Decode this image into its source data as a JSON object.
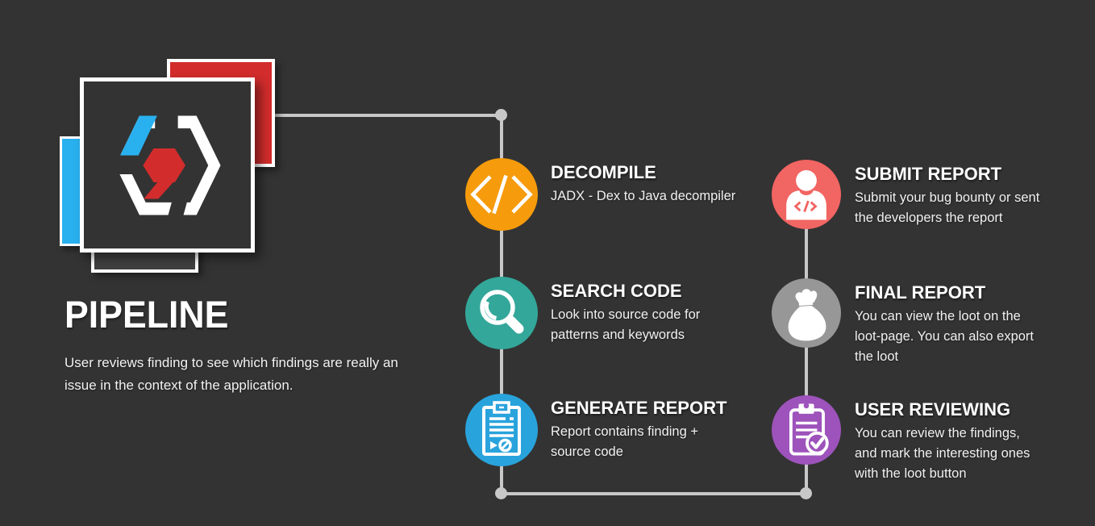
{
  "canvas": {
    "background": "#333333"
  },
  "connectors": {
    "color": "#C8C8C8"
  },
  "brand": {
    "logo": {
      "icon": "hexagon-code-logo",
      "colors": {
        "blue": "#29B1EF",
        "red": "#D32C2C",
        "white": "#FFFFFF",
        "dark_square": "#404040",
        "main_fill": "#333333"
      }
    },
    "title": "PIPELINE",
    "description": "User reviews finding to see which findings are really an\nissue in the context of the application."
  },
  "steps": [
    {
      "id": "decompile",
      "title": "DECOMPILE",
      "description": "JADX - Dex to Java decompiler",
      "icon": "code-icon",
      "color": "#F69B0B"
    },
    {
      "id": "search-code",
      "title": "SEARCH CODE",
      "description": "Look into source code for\npatterns and keywords",
      "icon": "magnifier-icon",
      "color": "#33A79A"
    },
    {
      "id": "generate-report",
      "title": "GENERATE REPORT",
      "description": "Report contains finding +\nsource code",
      "icon": "report-clipboard-icon",
      "color": "#29A3DC"
    },
    {
      "id": "submit-report",
      "title": "SUBMIT REPORT",
      "description": "Submit your bug bounty or sent\nthe developers the report",
      "icon": "developer-person-icon",
      "color": "#F16562"
    },
    {
      "id": "final-report",
      "title": "FINAL REPORT",
      "description": "You can view the loot on the\nloot-page. You can also export\nthe loot",
      "icon": "loot-bag-icon",
      "color": "#979797"
    },
    {
      "id": "user-reviewing",
      "title": "USER REVIEWING",
      "description": "You can review the findings,\nand mark the interesting ones\nwith the loot button",
      "icon": "clipboard-check-icon",
      "color": "#9D53BB"
    }
  ]
}
